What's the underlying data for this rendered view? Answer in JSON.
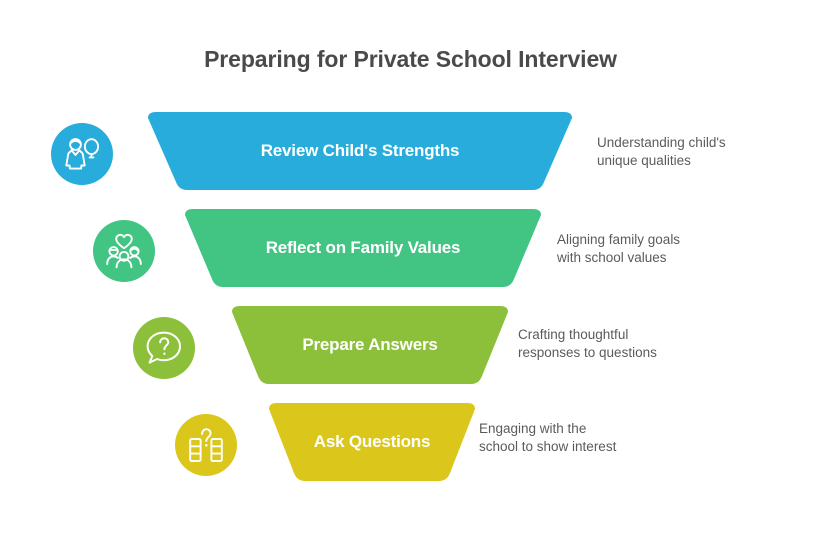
{
  "title": "Preparing for Private School Interview",
  "colors": {
    "title_text": "#4a4a4a",
    "description_text": "#5b5b5b",
    "background": "#ffffff",
    "step1": "#27ACDB",
    "step2": "#42C483",
    "step3": "#8CC03A",
    "step4": "#DBC71C"
  },
  "steps": [
    {
      "label": "Review Child's Strengths",
      "description": "Understanding child's\nunique qualities",
      "color": "#27ACDB",
      "icon": "child-balloon-icon",
      "icon_name": "child-with-balloon"
    },
    {
      "label": "Reflect on Family Values",
      "description": "Aligning family goals\nwith school values",
      "color": "#42C483",
      "icon": "family-heart-icon",
      "icon_name": "family-with-heart"
    },
    {
      "label": "Prepare Answers",
      "description": "Crafting thoughtful\nresponses to questions",
      "color": "#8CC03A",
      "icon": "speech-bubble-question-icon",
      "icon_name": "speech-bubble-question"
    },
    {
      "label": "Ask Questions",
      "description": "Engaging with the\nschool to show interest",
      "color": "#DBC71C",
      "icon": "survey-question-icon",
      "icon_name": "survey-question"
    }
  ]
}
